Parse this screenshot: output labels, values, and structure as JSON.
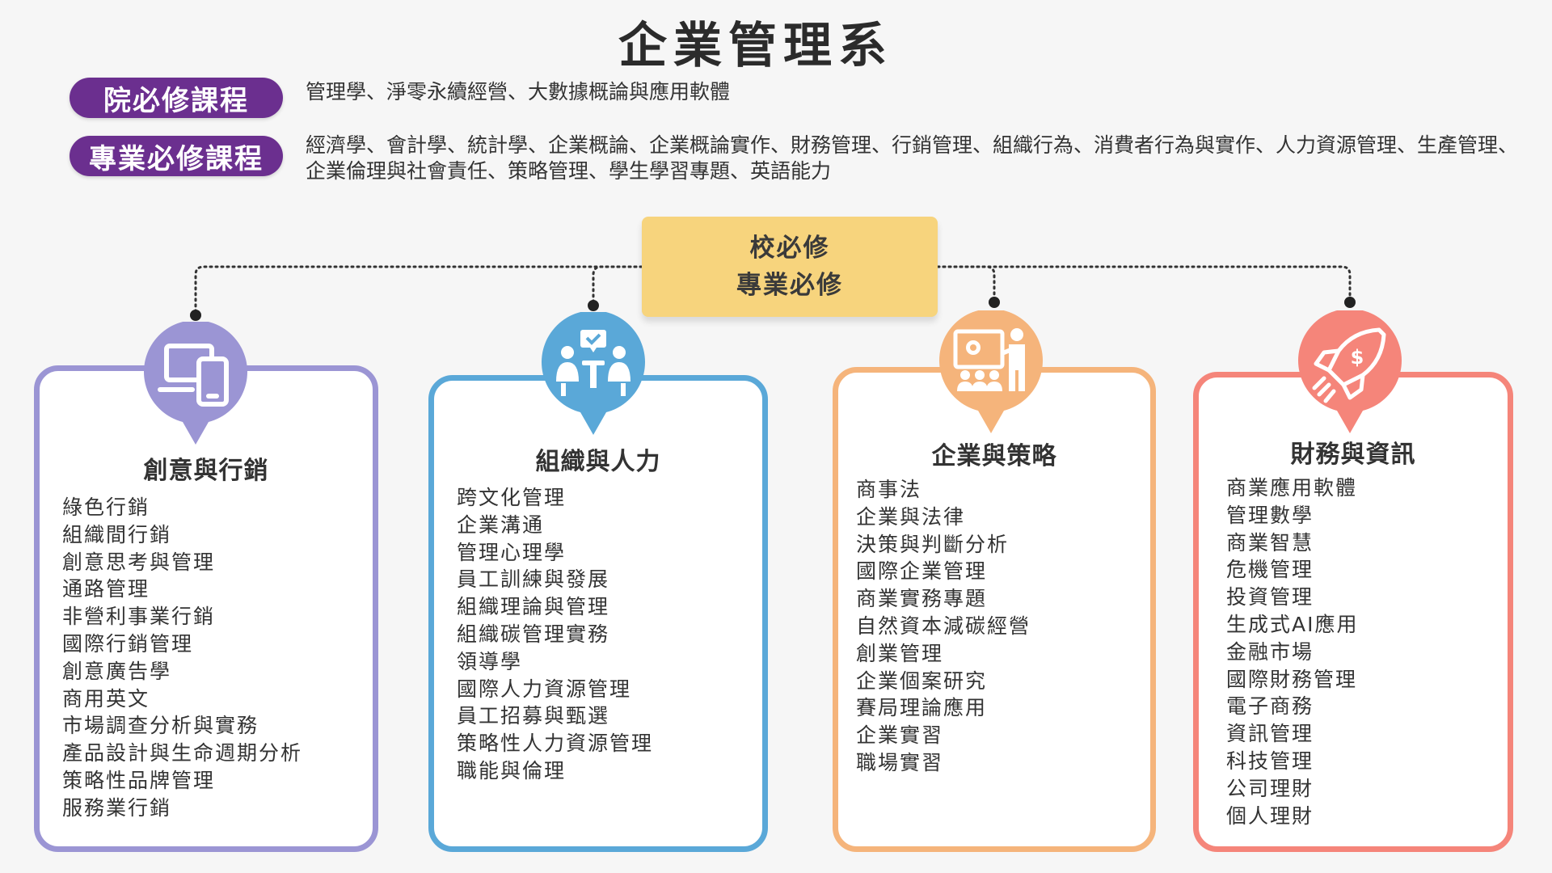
{
  "title": "企業管理系",
  "college_required": {
    "label": "院必修課程",
    "text": "管理學、淨零永續經營、大數據概論與應用軟體"
  },
  "major_required": {
    "label": "專業必修課程",
    "text": "經濟學、會計學、統計學、企業概論、企業概論實作、財務管理、行銷管理、組織行為、消費者行為與實作、人力資源管理、生產管理、企業倫理與社會責任、策略管理、學生學習專題、英語能力"
  },
  "center": {
    "line1": "校必修",
    "line2": "專業必修"
  },
  "colors": {
    "purple_pill": "#6b2f8f",
    "center_box": "#f7d47d",
    "card1": "#9b95d4",
    "card2": "#5aa8d8",
    "card3": "#f5b47b",
    "card4": "#f5857a"
  },
  "cards": [
    {
      "icon": "devices-icon",
      "title": "創意與行銷",
      "items": [
        "綠色行銷",
        "組織間行銷",
        "創意思考與管理",
        "通路管理",
        "非營利事業行銷",
        "國際行銷管理",
        "創意廣告學",
        "商用英文",
        "市場調查分析與實務",
        "產品設計與生命週期分析",
        "策略性品牌管理",
        "服務業行銷"
      ]
    },
    {
      "icon": "team-meeting-icon",
      "title": "組織與人力",
      "items": [
        "跨文化管理",
        "企業溝通",
        "管理心理學",
        "員工訓練與發展",
        "組織理論與管理",
        "組織碳管理實務",
        "領導學",
        "國際人力資源管理",
        "員工招募與甄選",
        "策略性人力資源管理",
        "職能與倫理"
      ]
    },
    {
      "icon": "presentation-icon",
      "title": "企業與策略",
      "items": [
        "商事法",
        "企業與法律",
        "決策與判斷分析",
        "國際企業管理",
        "商業實務專題",
        "自然資本減碳經營",
        "創業管理",
        "企業個案研究",
        "賽局理論應用",
        "企業實習",
        "職場實習"
      ]
    },
    {
      "icon": "rocket-dollar-icon",
      "title": "財務與資訊",
      "items": [
        "商業應用軟體",
        "管理數學",
        "商業智慧",
        "危機管理",
        "投資管理",
        "生成式AI應用",
        "金融市場",
        "國際財務管理",
        "電子商務",
        "資訊管理",
        "科技管理",
        "公司理財",
        "個人理財"
      ]
    }
  ]
}
